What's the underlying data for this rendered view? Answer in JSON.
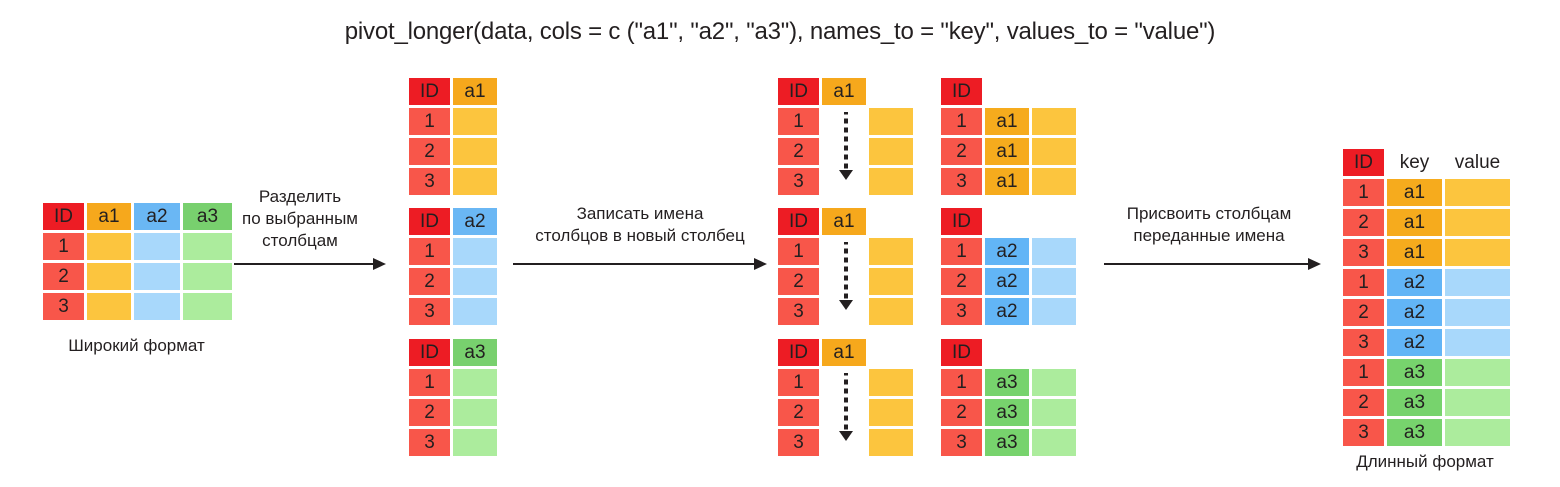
{
  "title": "pivot_longer(data, cols = c (\"a1\", \"a2\", \"a3\"), names_to = \"key\", values_to = \"value\")",
  "colors": {
    "id_header": "#ed1c24",
    "id_cell": "#f8564a",
    "a1_header": "#f6a81c",
    "a1_cell": "#fcc53e",
    "a2_header": "#6ab7f4",
    "a2_cell": "#a8d8fb",
    "a3_header": "#78d06e",
    "a3_cell": "#acec9d",
    "text": "#231f20",
    "background": "#ffffff"
  },
  "wide_table": {
    "caption": "Широкий формат",
    "headers": [
      "ID",
      "a1",
      "a2",
      "a3"
    ],
    "rows": [
      [
        "1",
        "",
        "",
        ""
      ],
      [
        "2",
        "",
        "",
        ""
      ],
      [
        "3",
        "",
        "",
        ""
      ]
    ]
  },
  "steps": [
    {
      "label_lines": [
        "Разделить",
        "по выбранным",
        "столбцам"
      ]
    },
    {
      "label_lines": [
        "Записать имена",
        "столбцов в новый столбец"
      ]
    },
    {
      "label_lines": [
        "Присвоить столбцам",
        "переданные имена"
      ]
    }
  ],
  "split_tables": [
    {
      "headers": [
        "ID",
        "a1"
      ],
      "rows": [
        [
          "1",
          ""
        ],
        [
          "2",
          ""
        ],
        [
          "3",
          ""
        ]
      ]
    },
    {
      "headers": [
        "ID",
        "a2"
      ],
      "rows": [
        [
          "1",
          ""
        ],
        [
          "2",
          ""
        ],
        [
          "3",
          ""
        ]
      ]
    },
    {
      "headers": [
        "ID",
        "a3"
      ],
      "rows": [
        [
          "1",
          ""
        ],
        [
          "2",
          ""
        ],
        [
          "3",
          ""
        ]
      ]
    }
  ],
  "name_tables": [
    {
      "headers": [
        "ID",
        "a1"
      ],
      "rows": [
        [
          "1",
          ""
        ],
        [
          "2",
          ""
        ],
        [
          "3",
          ""
        ]
      ],
      "arrow": "dashed-down-arrow"
    },
    {
      "headers": [
        "ID",
        "a1"
      ],
      "rows": [
        [
          "1",
          ""
        ],
        [
          "2",
          ""
        ],
        [
          "3",
          ""
        ]
      ],
      "arrow": "dashed-down-arrow"
    },
    {
      "headers": [
        "ID",
        "a1"
      ],
      "rows": [
        [
          "1",
          ""
        ],
        [
          "2",
          ""
        ],
        [
          "3",
          ""
        ]
      ],
      "arrow": "dashed-down-arrow"
    }
  ],
  "keyed_tables": [
    {
      "headers": [
        "ID",
        "",
        ""
      ],
      "rows": [
        [
          "1",
          "a1",
          ""
        ],
        [
          "2",
          "a1",
          ""
        ],
        [
          "3",
          "a1",
          ""
        ]
      ]
    },
    {
      "headers": [
        "ID",
        "",
        ""
      ],
      "rows": [
        [
          "1",
          "a2",
          ""
        ],
        [
          "2",
          "a2",
          ""
        ],
        [
          "3",
          "a2",
          ""
        ]
      ]
    },
    {
      "headers": [
        "ID",
        "",
        ""
      ],
      "rows": [
        [
          "1",
          "a3",
          ""
        ],
        [
          "2",
          "a3",
          ""
        ],
        [
          "3",
          "a3",
          ""
        ]
      ]
    }
  ],
  "long_table": {
    "caption": "Длинный формат",
    "headers": [
      "ID",
      "key",
      "value"
    ],
    "rows": [
      [
        "1",
        "a1",
        ""
      ],
      [
        "2",
        "a1",
        ""
      ],
      [
        "3",
        "a1",
        ""
      ],
      [
        "1",
        "a2",
        ""
      ],
      [
        "2",
        "a2",
        ""
      ],
      [
        "3",
        "a2",
        ""
      ],
      [
        "1",
        "a3",
        ""
      ],
      [
        "2",
        "a3",
        ""
      ],
      [
        "3",
        "a3",
        ""
      ]
    ]
  }
}
